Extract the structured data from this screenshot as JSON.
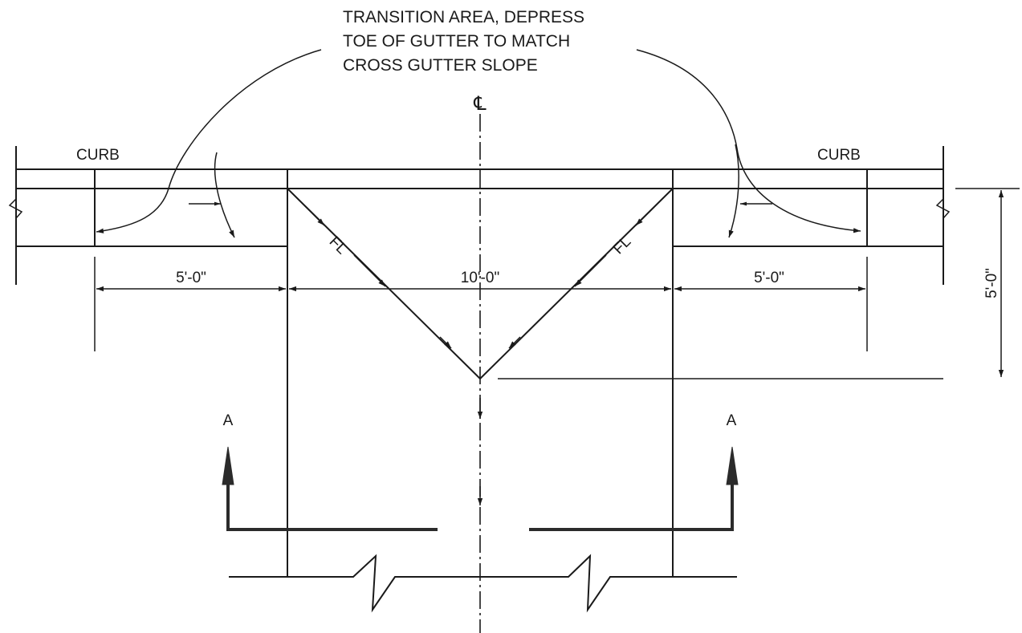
{
  "note": {
    "lines": [
      "TRANSITION AREA, DEPRESS",
      "TOE OF GUTTER TO MATCH",
      "CROSS GUTTER SLOPE"
    ]
  },
  "labels": {
    "centerline": "℄",
    "curb_left": "CURB",
    "curb_right": "CURB",
    "flowline_left": "FL",
    "flowline_right": "FL",
    "section_left": "A",
    "section_right": "A"
  },
  "dimensions": {
    "left_width": "5'-0\"",
    "center_width": "10'-0\"",
    "right_width": "5'-0\"",
    "depth": "5'-0\""
  }
}
